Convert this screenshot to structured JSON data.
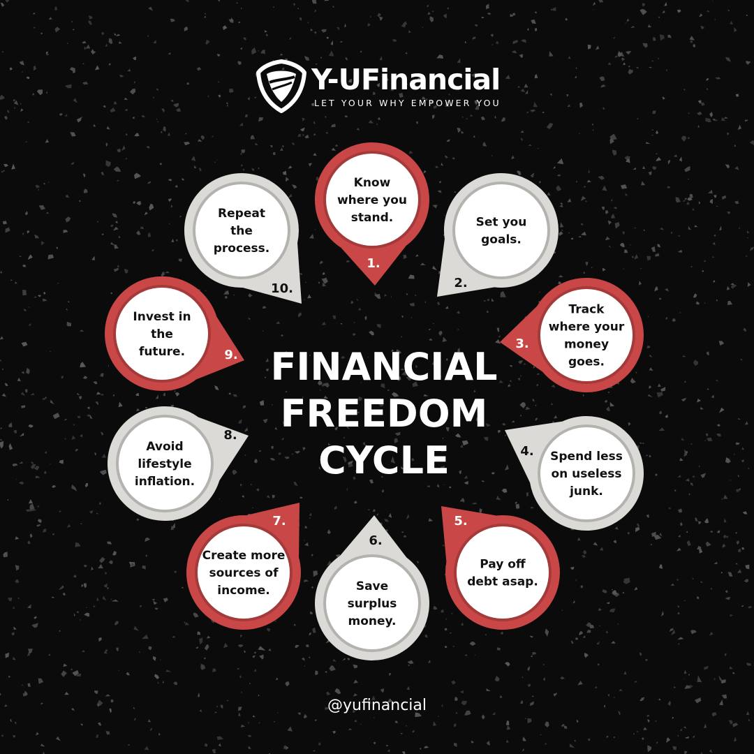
{
  "brand": {
    "name": "Y-UFinancial",
    "tagline": "LET YOUR WHY EMPOWER YOU",
    "handle": "@yufinancial"
  },
  "title": [
    "FINANCIAL",
    "FREEDOM",
    "CYCLE"
  ],
  "colors": {
    "background": "#0b0b0b",
    "speckle": "#4a4a4a",
    "red": "#c94747",
    "grey": "#dcdad6",
    "circle": "#ffffff",
    "text": "#111111"
  },
  "steps": [
    {
      "number": "1.",
      "lines": [
        "Know",
        "where you",
        "stand."
      ],
      "color": "red"
    },
    {
      "number": "2.",
      "lines": [
        "Set you",
        "goals."
      ],
      "color": "grey"
    },
    {
      "number": "3.",
      "lines": [
        "Track",
        "where your",
        "money",
        "goes."
      ],
      "color": "red"
    },
    {
      "number": "4.",
      "lines": [
        "Spend less",
        "on useless",
        "junk."
      ],
      "color": "grey"
    },
    {
      "number": "5.",
      "lines": [
        "Pay off",
        "debt asap."
      ],
      "color": "red"
    },
    {
      "number": "6.",
      "lines": [
        "Save",
        "surplus",
        "money."
      ],
      "color": "grey"
    },
    {
      "number": "7.",
      "lines": [
        "Create more",
        "sources of",
        "income."
      ],
      "color": "red"
    },
    {
      "number": "8.",
      "lines": [
        "Avoid",
        "lifestyle",
        "inflation."
      ],
      "color": "grey"
    },
    {
      "number": "9.",
      "lines": [
        "Invest in",
        "the",
        "future."
      ],
      "color": "red"
    },
    {
      "number": "10.",
      "lines": [
        "Repeat",
        "the",
        "process."
      ],
      "color": "grey"
    }
  ]
}
